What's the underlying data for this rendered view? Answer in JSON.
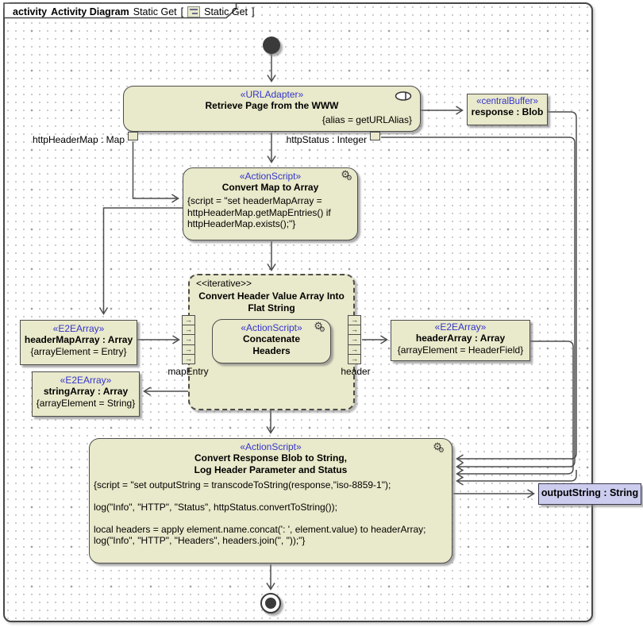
{
  "tab": {
    "keyword": "activity",
    "diagram_type": "Activity Diagram",
    "diagram_name": "Static Get",
    "bracket_open": "[",
    "frame_name": "Static Get",
    "bracket_close": "]"
  },
  "nodes": {
    "retrieve_page": {
      "stereotype": "«URLAdapter»",
      "name": "Retrieve Page from the WWW",
      "constraint": "{alias = getURLAlias}"
    },
    "response_buffer": {
      "stereotype": "«centralBuffer»",
      "name": "response : Blob"
    },
    "pin_http_header_map": "httpHeaderMap : Map",
    "pin_http_status": "httpStatus : Integer",
    "convert_map": {
      "stereotype": "«ActionScript»",
      "name": "Convert Map to Array",
      "script": "{script = \"set headerMapArray =\nhttpHeaderMap.getMapEntries() if\nhttpHeaderMap.exists();\"}"
    },
    "expansion_region": {
      "stereotype": "<<iterative>>",
      "name": "Convert Header Value Array Into\nFlat String",
      "input_label": "mapEntry",
      "output_label": "header"
    },
    "concatenate": {
      "stereotype": "«ActionScript»",
      "name": "Concatenate\nHeaders"
    },
    "header_map_array": {
      "stereotype": "«E2EArray»",
      "name": "headerMapArray : Array",
      "constraint": "{arrayElement = Entry}"
    },
    "string_array": {
      "stereotype": "«E2EArray»",
      "name": "stringArray : Array",
      "constraint": "{arrayElement = String}"
    },
    "header_array": {
      "stereotype": "«E2EArray»",
      "name": "headerArray : Array",
      "constraint": "{arrayElement = HeaderField}"
    },
    "convert_response": {
      "stereotype": "«ActionScript»",
      "name": "Convert Response Blob to String,\nLog Header Parameter and Status",
      "script": "{script = \"set outputString = transcodeToString(response,\"iso-8859-1\");\n\nlog(\"Info\", \"HTTP\", \"Status\", httpStatus.convertToString());\n\nlocal headers = apply element.name.concat(': ', element.value) to headerArray;\nlog(\"Info\", \"HTTP\", \"Headers\", headers.join(\", \"));\"}"
    },
    "output_string": {
      "name": "outputString : String"
    }
  },
  "colors": {
    "node_fill": "#e9e9cb",
    "node_border": "#4d4d4d",
    "stereotype_text": "#3535cc",
    "parameter_fill": "#ccccee",
    "edge": "#4d4d4d"
  }
}
